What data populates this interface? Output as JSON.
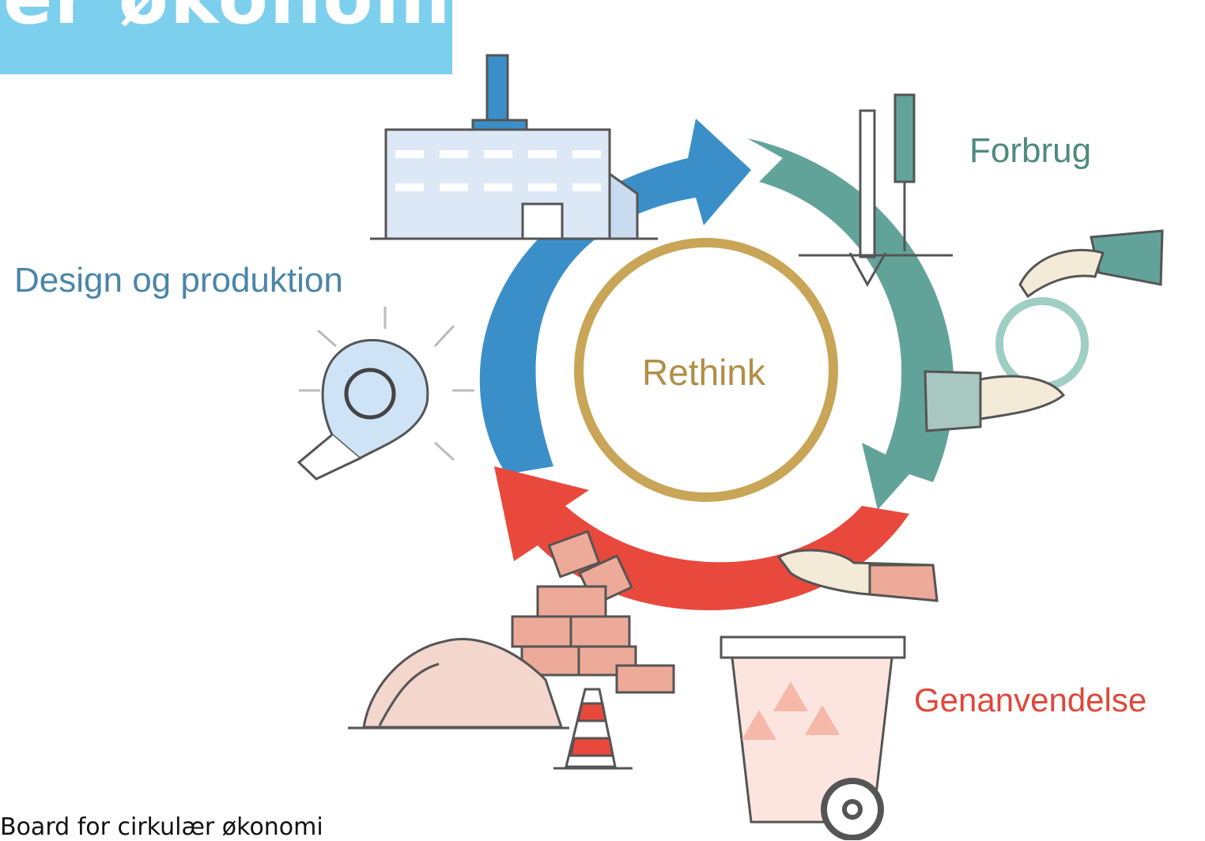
{
  "banner": {
    "title": "er økonomi",
    "color": "#7dcfee"
  },
  "labels": {
    "design": "Design og produktion",
    "forbrug": "Forbrug",
    "genanvendelse": "Genanvendelse",
    "rethink": "Rethink"
  },
  "footer": "Board for cirkulær økonomi",
  "colors": {
    "design_arrow": "#3b8fc8",
    "forbrug_arrow": "#62a399",
    "genanvendelse_arrow": "#e8493c",
    "rethink_ring": "#c8a557"
  },
  "icons": [
    "factory-icon",
    "tools-icon",
    "hands-recycle-icon",
    "lightbulb-icon",
    "bricks-icon",
    "rubble-icon",
    "traffic-cone-icon",
    "recycle-bin-icon"
  ]
}
